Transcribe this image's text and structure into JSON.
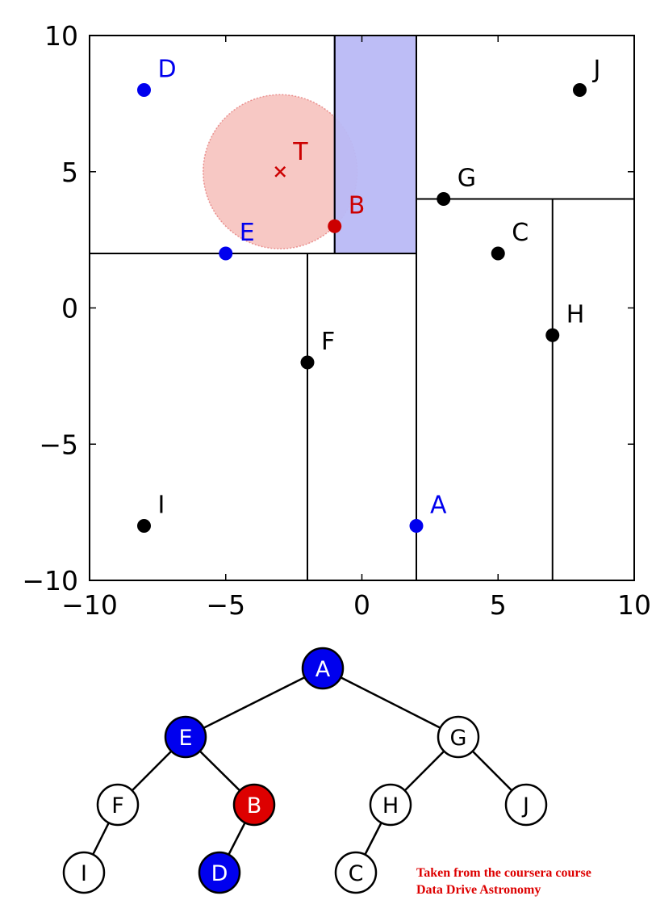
{
  "chart_data": {
    "type": "scatter",
    "title": "",
    "xlabel": "",
    "ylabel": "",
    "xlim": [
      -10,
      10
    ],
    "ylim": [
      -10,
      10
    ],
    "xticks": [
      -10,
      -5,
      0,
      5,
      10
    ],
    "yticks": [
      -10,
      -5,
      0,
      5,
      10
    ],
    "xtick_labels": [
      "−10",
      "−5",
      "0",
      "5",
      "10"
    ],
    "ytick_labels": [
      "−10",
      "−5",
      "0",
      "5",
      "10"
    ],
    "grid": false,
    "points": [
      {
        "label": "A",
        "x": 2,
        "y": -8,
        "color": "#0000ee"
      },
      {
        "label": "B",
        "x": -1,
        "y": 3,
        "color": "#cc0000"
      },
      {
        "label": "C",
        "x": 5,
        "y": 2,
        "color": "#000000"
      },
      {
        "label": "D",
        "x": -8,
        "y": 8,
        "color": "#0000ee"
      },
      {
        "label": "E",
        "x": -5,
        "y": 2,
        "color": "#0000ee"
      },
      {
        "label": "F",
        "x": -2,
        "y": -2,
        "color": "#000000"
      },
      {
        "label": "G",
        "x": 3,
        "y": 4,
        "color": "#000000"
      },
      {
        "label": "H",
        "x": 7,
        "y": -1,
        "color": "#000000"
      },
      {
        "label": "I",
        "x": -8,
        "y": -8,
        "color": "#000000"
      },
      {
        "label": "J",
        "x": 8,
        "y": 8,
        "color": "#000000"
      }
    ],
    "target": {
      "label": "T",
      "x": -3,
      "y": 5,
      "radius": 2.83,
      "color": "#cc0000",
      "fill": "#f4b6b0"
    },
    "splits": [
      {
        "orient": "v",
        "at": 2,
        "from": -10,
        "to": 10
      },
      {
        "orient": "h",
        "at": 2,
        "from": -10,
        "to": 2
      },
      {
        "orient": "h",
        "at": 4,
        "from": 2,
        "to": 10
      },
      {
        "orient": "v",
        "at": -2,
        "from": -10,
        "to": 2
      },
      {
        "orient": "v",
        "at": -1,
        "from": 2,
        "to": 10
      },
      {
        "orient": "v",
        "at": 7,
        "from": -10,
        "to": 4
      }
    ],
    "highlight_region": {
      "x": [
        -1,
        2
      ],
      "y": [
        2,
        10
      ],
      "fill": "#b9b9f6",
      "stroke": "#1a1a8a"
    }
  },
  "tree": {
    "nodes": [
      {
        "id": "A",
        "fill": "#0000ee",
        "text_color": "#ffffff"
      },
      {
        "id": "E",
        "fill": "#0000ee",
        "text_color": "#ffffff"
      },
      {
        "id": "G",
        "fill": "#ffffff",
        "text_color": "#000000"
      },
      {
        "id": "F",
        "fill": "#ffffff",
        "text_color": "#000000"
      },
      {
        "id": "B",
        "fill": "#dd0000",
        "text_color": "#ffffff"
      },
      {
        "id": "H",
        "fill": "#ffffff",
        "text_color": "#000000"
      },
      {
        "id": "J",
        "fill": "#ffffff",
        "text_color": "#000000"
      },
      {
        "id": "I",
        "fill": "#ffffff",
        "text_color": "#000000"
      },
      {
        "id": "D",
        "fill": "#0000ee",
        "text_color": "#ffffff"
      },
      {
        "id": "C",
        "fill": "#ffffff",
        "text_color": "#000000"
      }
    ],
    "edges": [
      [
        "A",
        "E"
      ],
      [
        "A",
        "G"
      ],
      [
        "E",
        "F"
      ],
      [
        "E",
        "B"
      ],
      [
        "G",
        "H"
      ],
      [
        "G",
        "J"
      ],
      [
        "F",
        "I"
      ],
      [
        "B",
        "D"
      ],
      [
        "H",
        "C"
      ]
    ]
  },
  "credit": {
    "line1": "Taken from the coursera course",
    "line2": "Data Drive Astronomy",
    "color": "#dd0000"
  }
}
